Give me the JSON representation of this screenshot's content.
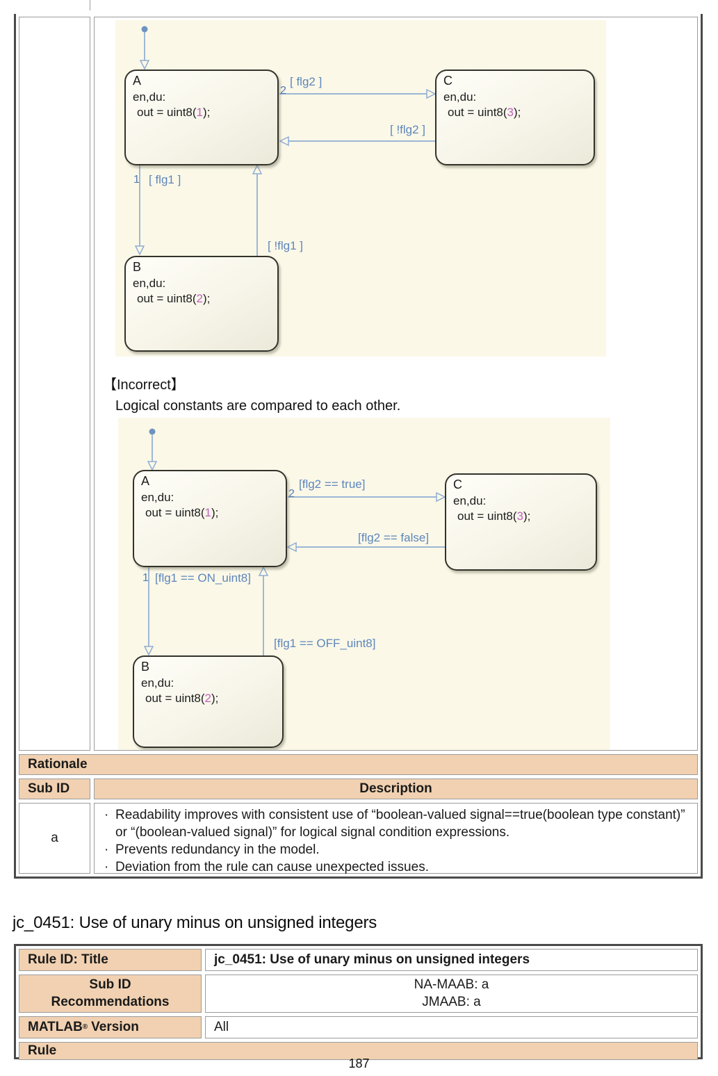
{
  "colors": {
    "header_bg": "#f1d1b1",
    "table_outer_border": "#4a4a4a",
    "cell_border": "#9b9b9b",
    "diagram_bg": "#fbf8e8",
    "state_border": "#32322a",
    "transition_line": "#8fadd2",
    "transition_text": "#5d86bb",
    "value_magenta": "#c360bf"
  },
  "bullet_char": "·",
  "diagram_correct": {
    "states": {
      "A": {
        "name": "A",
        "entry": "en,du:",
        "out_prefix": "out = uint8(",
        "out_value": "1",
        "out_suffix": ");"
      },
      "C": {
        "name": "C",
        "entry": "en,du:",
        "out_prefix": "out = uint8(",
        "out_value": "3",
        "out_suffix": ");"
      },
      "B": {
        "name": "B",
        "entry": "en,du:",
        "out_prefix": "out = uint8(",
        "out_value": "2",
        "out_suffix": ");"
      }
    },
    "transitions": {
      "a_to_c": {
        "order": "2",
        "label": "[ flg2 ]"
      },
      "c_to_a": {
        "label": "[ !flg2 ]"
      },
      "a_to_b": {
        "order": "1",
        "label": "[ flg1 ]"
      },
      "b_to_a": {
        "label": "[ !flg1 ]"
      }
    }
  },
  "incorrect_section": {
    "caption": "【Incorrect】",
    "description": "Logical constants are compared to each other."
  },
  "diagram_incorrect": {
    "states": {
      "A": {
        "name": "A",
        "entry": "en,du:",
        "out_prefix": "out = uint8(",
        "out_value": "1",
        "out_suffix": ");"
      },
      "C": {
        "name": "C",
        "entry": "en,du:",
        "out_prefix": "out = uint8(",
        "out_value": "3",
        "out_suffix": ");"
      },
      "B": {
        "name": "B",
        "entry": "en,du:",
        "out_prefix": "out = uint8(",
        "out_value": "2",
        "out_suffix": ");"
      }
    },
    "transitions": {
      "a_to_c": {
        "order": "2",
        "label": "[flg2 == true]"
      },
      "c_to_a": {
        "label": "[flg2 == false]"
      },
      "a_to_b": {
        "order": "1",
        "label": "[flg1 == ON_uint8]"
      },
      "b_to_a": {
        "label": "[flg1 == OFF_uint8]"
      }
    }
  },
  "rationale_table": {
    "title": "Rationale",
    "col_sub_id": "Sub ID",
    "col_description": "Description",
    "row_sub_id": "a",
    "bullets": [
      "Readability improves with consistent use of “boolean-valued signal==true(boolean type constant)” or “(boolean-valued signal)” for logical signal condition expressions.",
      "Prevents redundancy in the model.",
      "Deviation from the rule can cause unexpected issues."
    ]
  },
  "section_heading": "jc_0451: Use of unary minus on unsigned integers",
  "rule_table": {
    "rule_id_label": "Rule ID: Title",
    "rule_id_value": "jc_0451: Use of unary minus on unsigned integers",
    "sub_id_label_line1": "Sub ID",
    "sub_id_label_line2": "Recommendations",
    "sub_id_value_line1": "NA-MAAB: a",
    "sub_id_value_line2": "JMAAB: a",
    "matlab_label_name": "MATLAB",
    "matlab_reg": "®",
    "matlab_label_rest": "Version",
    "matlab_value": "All",
    "rule_label": "Rule"
  },
  "page": {
    "number": "187"
  }
}
